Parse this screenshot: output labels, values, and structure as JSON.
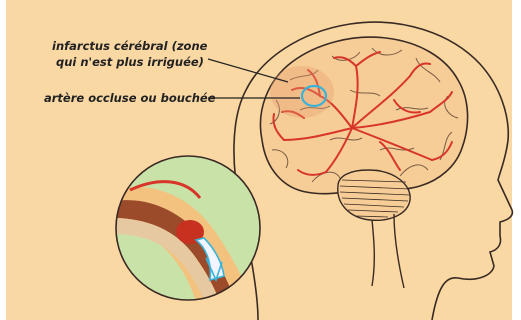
{
  "labels": {
    "infarct_line1": "infarctus cérébral (zone",
    "infarct_line2": "qui n'est plus irriguée)",
    "artery": "artère occluse ou bouchée"
  },
  "colors": {
    "background": "#f9d8a4",
    "outline": "#3a2a24",
    "vessel_red": "#d8362a",
    "occlusion_ring": "#3ab3d8",
    "artery_wall": "#9b4a2a",
    "inset_background": "#c9e2a8"
  }
}
